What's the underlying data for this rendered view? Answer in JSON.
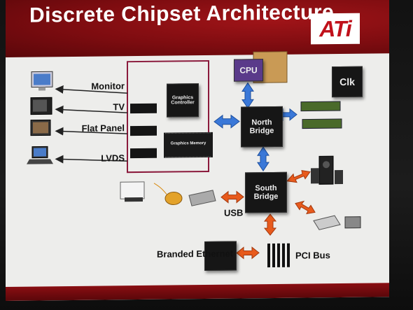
{
  "slide": {
    "title": "Discrete Chipset Architecture",
    "logo_text": "ATi"
  },
  "outputs": [
    {
      "label": "Monitor"
    },
    {
      "label": "TV"
    },
    {
      "label": "Flat Panel"
    },
    {
      "label": "LVDS"
    }
  ],
  "graphics": {
    "controller_label": "Graphics Controller",
    "memory_label": "Graphics Memory"
  },
  "cpu": {
    "label": "CPU"
  },
  "clk": {
    "label": "Clk"
  },
  "north_bridge": {
    "label": "North Bridge"
  },
  "south_bridge": {
    "label": "South Bridge"
  },
  "usb": {
    "label": "USB"
  },
  "pci": {
    "label": "PCI Bus"
  },
  "ethernet": {
    "label": "Branded Ethernet"
  },
  "colors": {
    "accent_red": "#8a0e12",
    "link_blue": "#3a78d8",
    "link_orange": "#e85a1c",
    "box_border": "#8b1a3c"
  }
}
